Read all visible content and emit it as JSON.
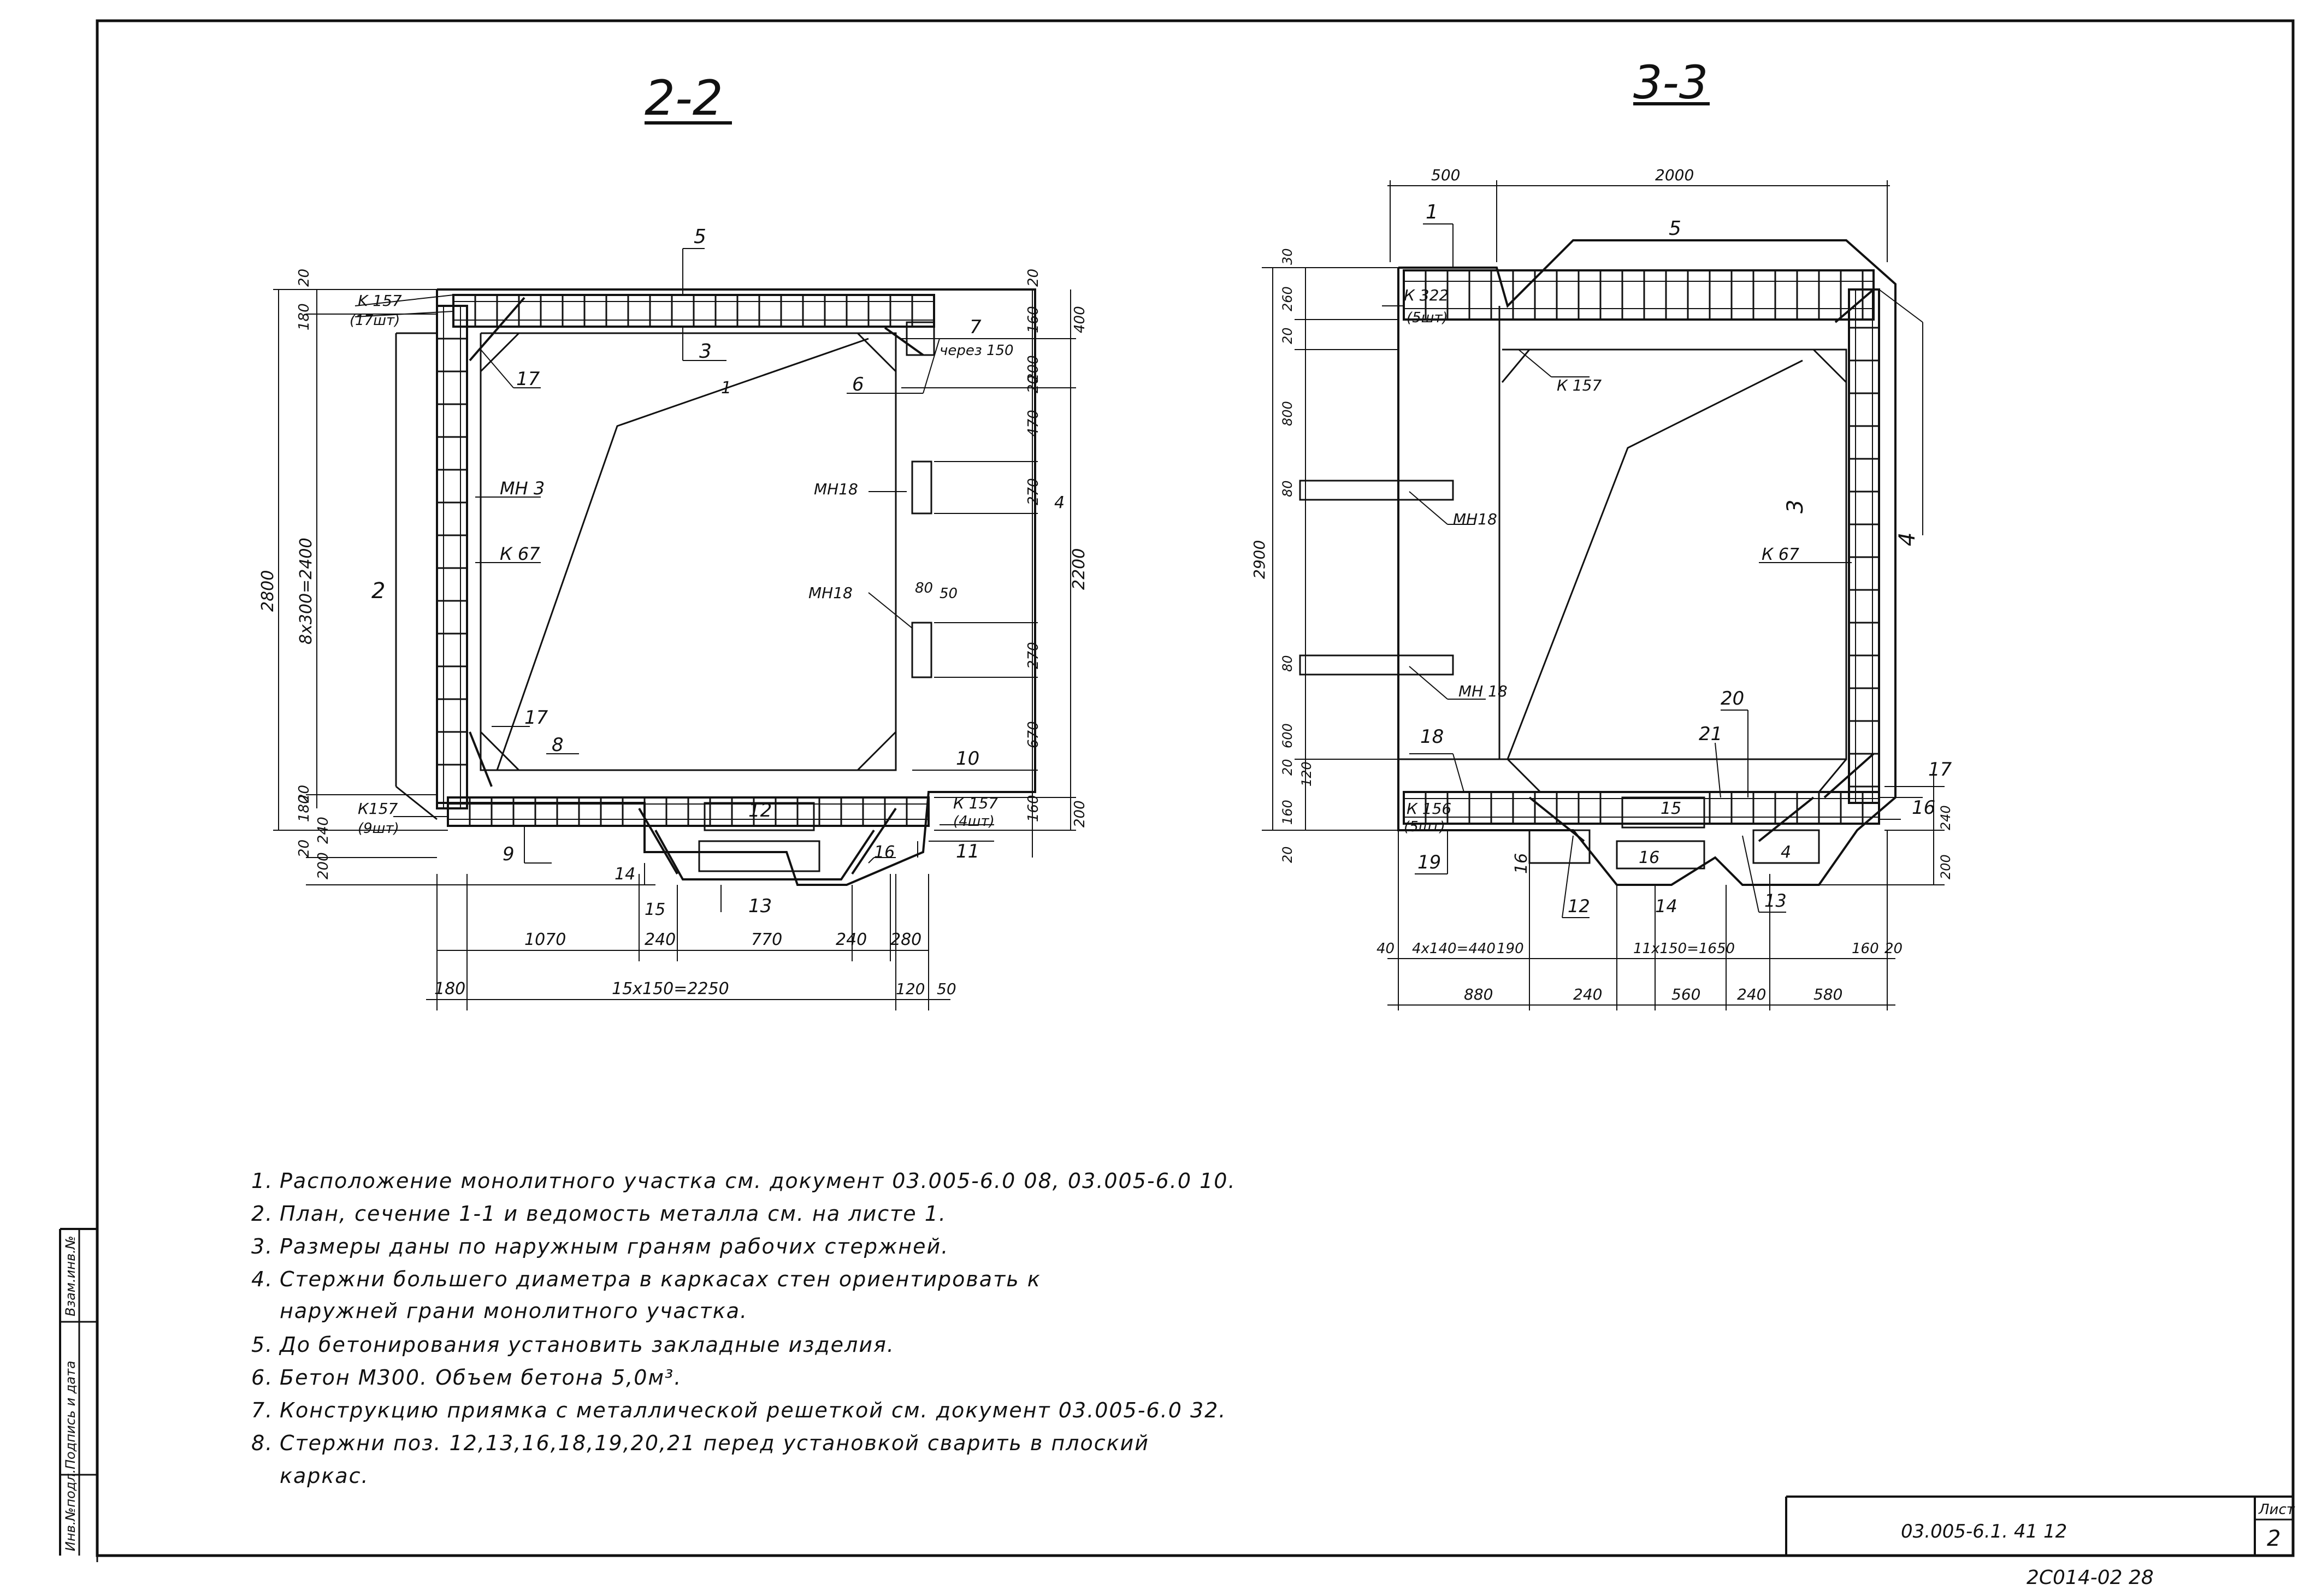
{
  "sections": {
    "left_title": "2-2",
    "right_title": "3-3"
  },
  "left_drawing": {
    "pos": [
      "1",
      "2",
      "3",
      "4",
      "5",
      "6",
      "7",
      "8",
      "9",
      "10",
      "11",
      "12",
      "13",
      "14",
      "15",
      "16",
      "17",
      "17"
    ],
    "marks": {
      "k157_top": "K 157",
      "k157_top_qty": "(17шт)",
      "mn3": "МН 3",
      "k67": "К 67",
      "mn18_a": "МН18",
      "mn18_b": "МН18",
      "k157_bl": "К157",
      "k157_bl_qty": "(9шт)",
      "k157_br": "К 157",
      "k157_br_qty": "(4шт)",
      "cherez": "через 150"
    },
    "dims": {
      "d2800": "2800",
      "d8x300": "8x300=2400",
      "d2200": "2200",
      "d20a": "20",
      "d180a": "180",
      "d160a": "160",
      "d400": "400",
      "d200a": "200",
      "d20b": "20",
      "d470": "470",
      "d270a": "270",
      "d80": "80",
      "d50a": "50",
      "d270b": "270",
      "d670": "670",
      "d20c": "20",
      "d160b": "160",
      "d200b": "200",
      "d20d": "20",
      "d180b": "180",
      "d240a": "240",
      "d20e": "20",
      "d200c": "200",
      "d1070": "1070",
      "d240b": "240",
      "d770": "770",
      "d240c": "240",
      "d280": "280",
      "d180c": "180",
      "d15x150": "15x150=2250",
      "d120": "120",
      "d50b": "50"
    }
  },
  "right_drawing": {
    "pos": [
      "1",
      "3",
      "4",
      "5",
      "12",
      "13",
      "14",
      "15",
      "16",
      "16",
      "16",
      "17",
      "18",
      "19",
      "20",
      "21",
      "4"
    ],
    "marks": {
      "k322": "К 322",
      "k322_qty": "(5шт)",
      "k157": "К 157",
      "mn18_a": "МН18",
      "mn18_b": "МН 18",
      "k67": "К 67",
      "k156": "К 156",
      "k156_qty": "(5шт)"
    },
    "dims": {
      "d500": "500",
      "d2000": "2000",
      "d30": "30",
      "d260": "260",
      "d20a": "20",
      "d800": "800",
      "d2900": "2900",
      "d80a": "80",
      "d80b": "80",
      "d600": "600",
      "d20b": "20",
      "d120": "120",
      "d160": "160",
      "d20c": "20",
      "d240": "240",
      "d200": "200",
      "d40": "40",
      "d4x140": "4x140=440",
      "d190": "190",
      "d11x150": "11x150=1650",
      "d160b": "160",
      "d20d": "20",
      "d880": "880",
      "d240b": "240",
      "d560": "560",
      "d240c": "240",
      "d580": "580"
    }
  },
  "notes": [
    {
      "num": "1.",
      "text": "Расположение   монолитного   участка   см.  документ   03.005-6.0  08,  03.005-6.0  10."
    },
    {
      "num": "2.",
      "text": "План,                  сечение  1-1  и  ведомость  металла   см.  на  листе 1."
    },
    {
      "num": "3.",
      "text": "Размеры  даны  по  наружным  граням  рабочих  стержней."
    },
    {
      "num": "4.",
      "text": "Стержни   большего  диаметра  в  каркасах  стен  ориентировать  к"
    },
    {
      "num": "",
      "text": "наружней  грани  монолитного    участка."
    },
    {
      "num": "5.",
      "text": "До  бетонирования   установить  закладные  изделия."
    },
    {
      "num": "6.",
      "text": "Бетон   М300.   Объем  бетона  5,0м³."
    },
    {
      "num": "7.",
      "text": "Конструкцию  приямка  с  металлической  решеткой   см.   документ   03.005-6.0  32."
    },
    {
      "num": "8.",
      "text": "Стержни   поз.  12,13,16,18,19,20,21  перед  установкой  сварить  в  плоский"
    },
    {
      "num": "",
      "text": "каркас."
    }
  ],
  "stamp": {
    "inv_no": "Инв.№подл.",
    "sign_date": "Подпись и дата",
    "vzam": "Взам.инв.№"
  },
  "title_block": {
    "doc_code": "03.005-6.1. 41  12",
    "sheet_label": "Лист",
    "sheet_no": "2",
    "archive_code": "2С014-02   28"
  }
}
